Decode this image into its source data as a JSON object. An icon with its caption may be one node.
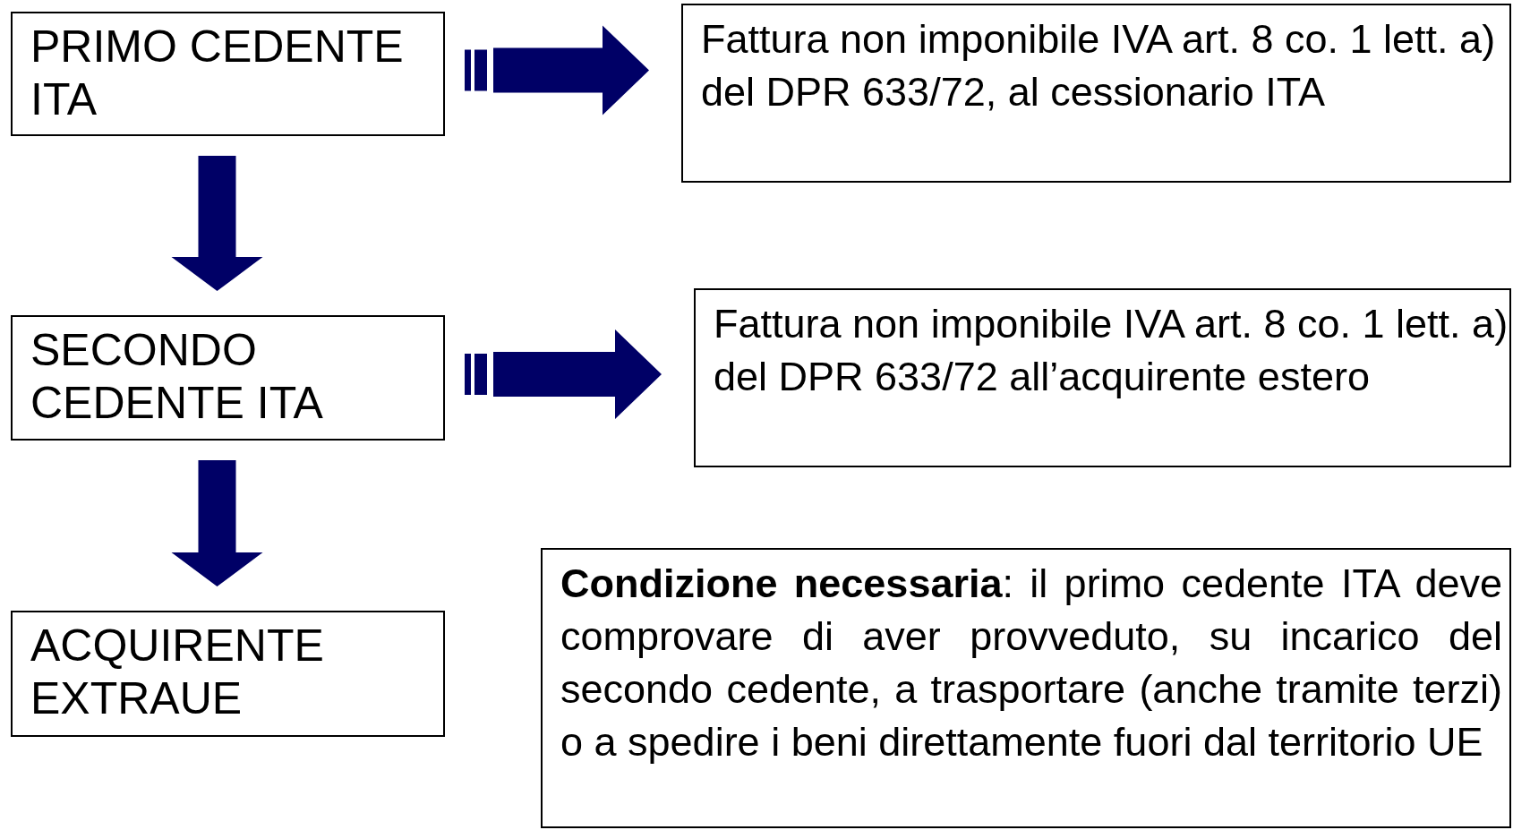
{
  "diagram": {
    "nodes": [
      {
        "text": [
          "PRIMO CEDENTE ITA"
        ]
      },
      {
        "text": [
          "Fattura non imponibile IVA art. 8 co. 1 lett. a) del DPR 633/72, al cessionario ITA"
        ]
      },
      {
        "text": [
          "SECONDO CEDENTE ITA"
        ]
      },
      {
        "text": [
          "Fattura non imponibile IVA art. 8 co. 1 lett. a) del DPR 633/72 all’acquirente estero"
        ]
      },
      {
        "text": [
          "ACQUIRENTE EXTRAUE"
        ]
      },
      {
        "text": [
          "**Condizione necessaria**: il primo cedente ITA deve comprovare di aver provveduto, su incarico del secondo cedente, a trasportare (anche tramite terzi) o a spedire i beni direttamente fuori dal territorio UE"
        ]
      }
    ],
    "edges": [
      {
        "from": 0,
        "to": 1,
        "arrow": "to",
        "style": "thick"
      },
      {
        "from": 0,
        "to": 2,
        "arrow": "to",
        "style": "thick"
      },
      {
        "from": 2,
        "to": 3,
        "arrow": "to",
        "style": "thick"
      },
      {
        "from": 2,
        "to": 4,
        "arrow": "to",
        "style": "thick"
      }
    ]
  }
}
